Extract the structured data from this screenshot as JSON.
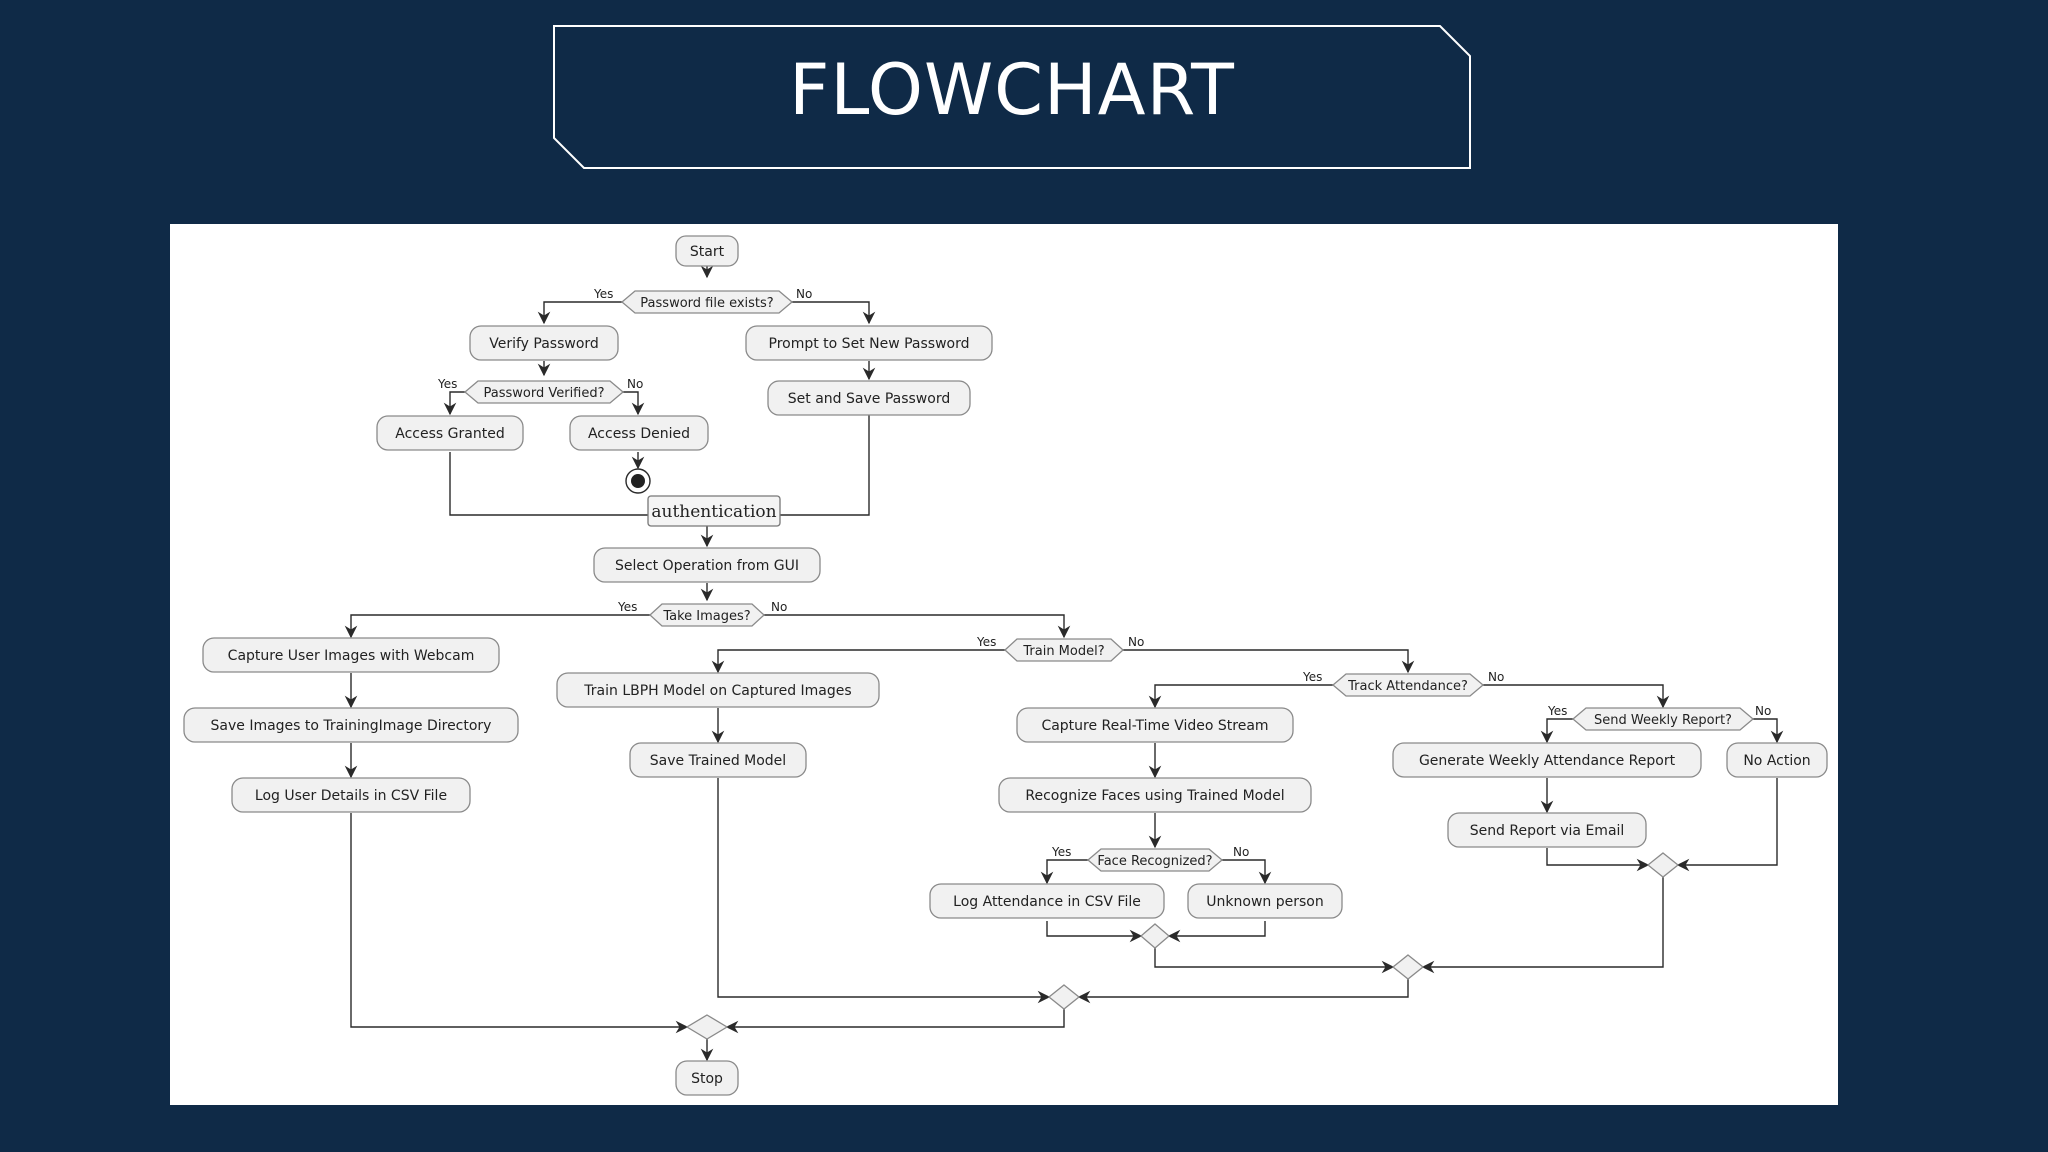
{
  "slide": {
    "title": "FLOWCHART"
  },
  "colors": {
    "background": "#0f2a47",
    "panel": "#ffffff",
    "node_fill": "#f1f1f1",
    "node_stroke": "#8a8a8a",
    "edge": "#2a2a2a"
  },
  "diagram": {
    "nodes": {
      "start": "Start",
      "verify_password": "Verify Password",
      "prompt_new_password": "Prompt to Set New Password",
      "set_save_password": "Set and Save Password",
      "access_granted": "Access Granted",
      "access_denied": "Access Denied",
      "authentication": "authentication",
      "select_operation": "Select Operation from GUI",
      "capture_images": "Capture User Images with Webcam",
      "save_images": "Save Images to TrainingImage Directory",
      "log_user_details": "Log User Details in CSV File",
      "train_lbph": "Train LBPH Model on Captured Images",
      "save_model": "Save Trained Model",
      "capture_stream": "Capture Real-Time Video Stream",
      "recognize_faces": "Recognize Faces using Trained Model",
      "log_attendance": "Log Attendance in CSV File",
      "unknown_person": "Unknown person",
      "generate_report": "Generate Weekly Attendance Report",
      "no_action": "No Action",
      "send_report": "Send Report via Email",
      "stop": "Stop"
    },
    "decisions": {
      "password_file": "Password file exists?",
      "password_verified": "Password Verified?",
      "take_images": "Take Images?",
      "train_model": "Train Model?",
      "track_attendance": "Track Attendance?",
      "send_weekly": "Send Weekly Report?",
      "face_recognized": "Face Recognized?"
    },
    "branch_labels": {
      "yes": "Yes",
      "no": "No"
    }
  }
}
